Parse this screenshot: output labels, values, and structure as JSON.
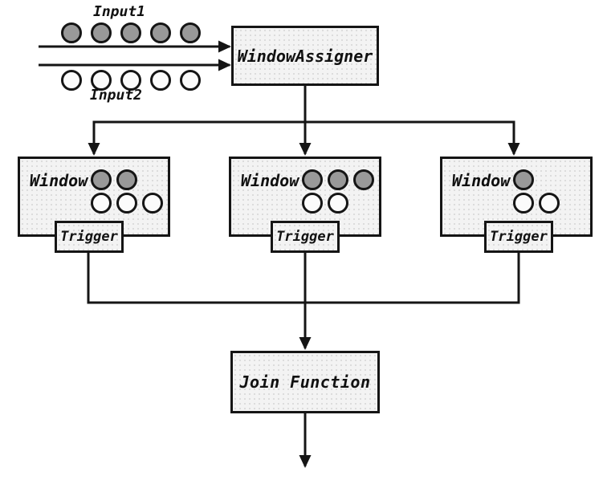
{
  "diagram": {
    "input1": {
      "label": "Input1",
      "circles": 5
    },
    "input2": {
      "label": "Input2",
      "circles": 5
    },
    "window_assigner": {
      "label": "WindowAssigner"
    },
    "windows": [
      {
        "label": "Window",
        "dark_circles": 2,
        "light_circles": 3,
        "trigger": {
          "label": "Trigger"
        }
      },
      {
        "label": "Window",
        "dark_circles": 3,
        "light_circles": 2,
        "trigger": {
          "label": "Trigger"
        }
      },
      {
        "label": "Window",
        "dark_circles": 1,
        "light_circles": 2,
        "trigger": {
          "label": "Trigger"
        }
      }
    ],
    "join_function": {
      "label": "Join Function"
    },
    "colors": {
      "dark_circle": "#999999",
      "light_circle": "#fbfbfb",
      "box_fill": "#f3f3f3",
      "line": "#151515"
    }
  }
}
